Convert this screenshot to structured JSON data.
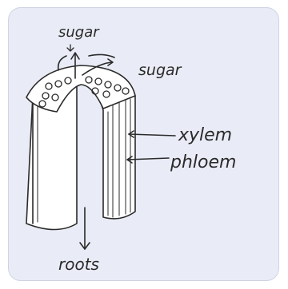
{
  "diagram": {
    "labels": {
      "sugar_top": "sugar",
      "sugar_right": "sugar",
      "xylem": "xylem",
      "phloem": "phloem",
      "roots": "roots"
    },
    "colors": {
      "background": "#e9ecf6",
      "ink": "#2a2a2a",
      "stem_fill": "#ffffff"
    }
  }
}
